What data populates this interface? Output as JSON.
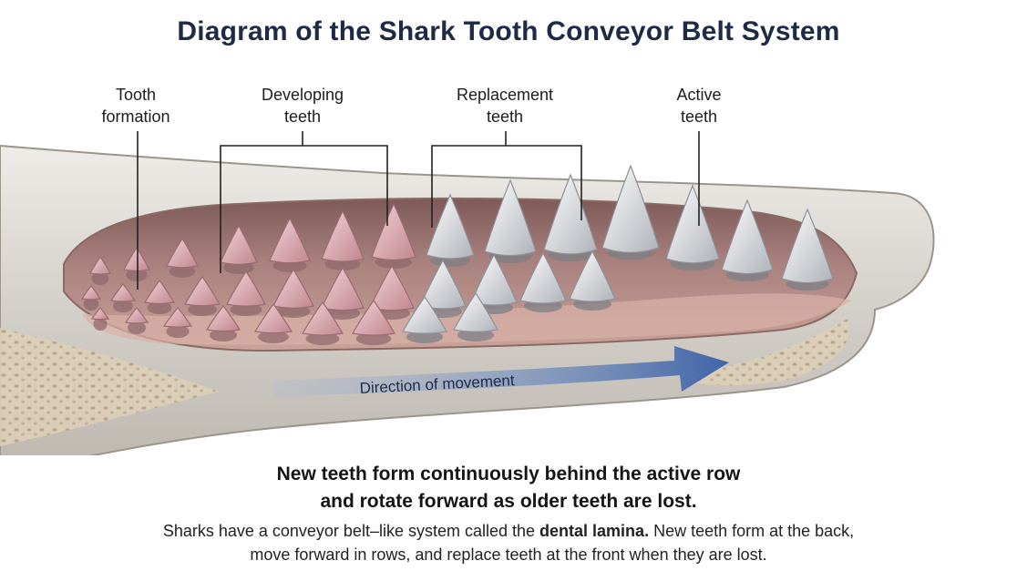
{
  "title": "Diagram of the Shark Tooth Conveyor Belt System",
  "labels": {
    "tooth_formation": [
      "Tooth",
      "formation"
    ],
    "developing_teeth": [
      "Developing",
      "teeth"
    ],
    "replacement_teeth": [
      "Replacement",
      "teeth"
    ],
    "active_teeth": [
      "Active",
      "teeth"
    ]
  },
  "arrow_label": "Direction of movement",
  "caption": [
    "New teeth form continuously behind the active row",
    "and rotate forward as older teeth are lost."
  ],
  "description": {
    "line1_pre": "Sharks have a conveyor belt–like system called the ",
    "line1_bold": "dental lamina.",
    "line1_post": " New teeth form at the back,",
    "line2": "move forward in rows, and replace teeth at the front when they are lost."
  },
  "colors": {
    "title": "#1f2a44",
    "bone": "#d9d6d1",
    "gum": "#b98c8c",
    "developing_tooth": "#d7a6ad",
    "active_tooth": "#e6e8ec",
    "arrow": "#3f5f9c"
  }
}
